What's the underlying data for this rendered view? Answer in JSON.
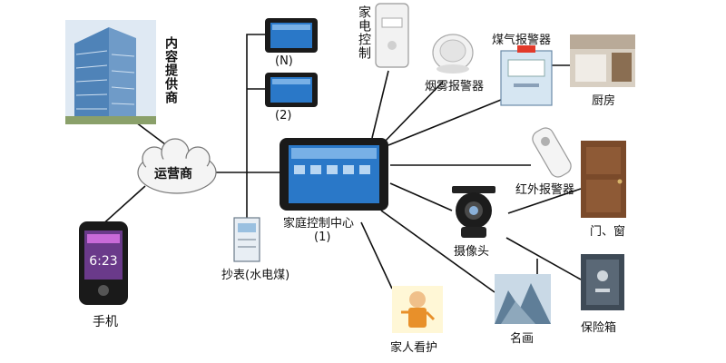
{
  "diagram": {
    "provider_label": "内容提供商",
    "operator_label": "运营商",
    "mobile_label": "手机",
    "mobile_screen_time": "6:23",
    "meter_label": "抄表(水电煤)",
    "hub_label": "家庭控制中心",
    "hub_sub_label": "(1)",
    "tablet_n_label": "(N)",
    "tablet_2_label": "(2)",
    "appliance_control_label": "家电控制",
    "smoke_alarm_label": "烟雾报警器",
    "gas_alarm_label": "煤气报警器",
    "kitchen_label": "厨房",
    "infrared_alarm_label": "红外报警器",
    "door_window_label": "门、窗",
    "camera_label": "摄像头",
    "safe_label": "保险箱",
    "painting_label": "名画",
    "elder_care_label": "家人看护"
  },
  "colors": {
    "line": "#111111",
    "tablet_body": "#1a1a1a",
    "screen_blue": "#2a78c8",
    "building_blue": "#4f83b8",
    "cloud_fill": "#f4f4f4"
  }
}
